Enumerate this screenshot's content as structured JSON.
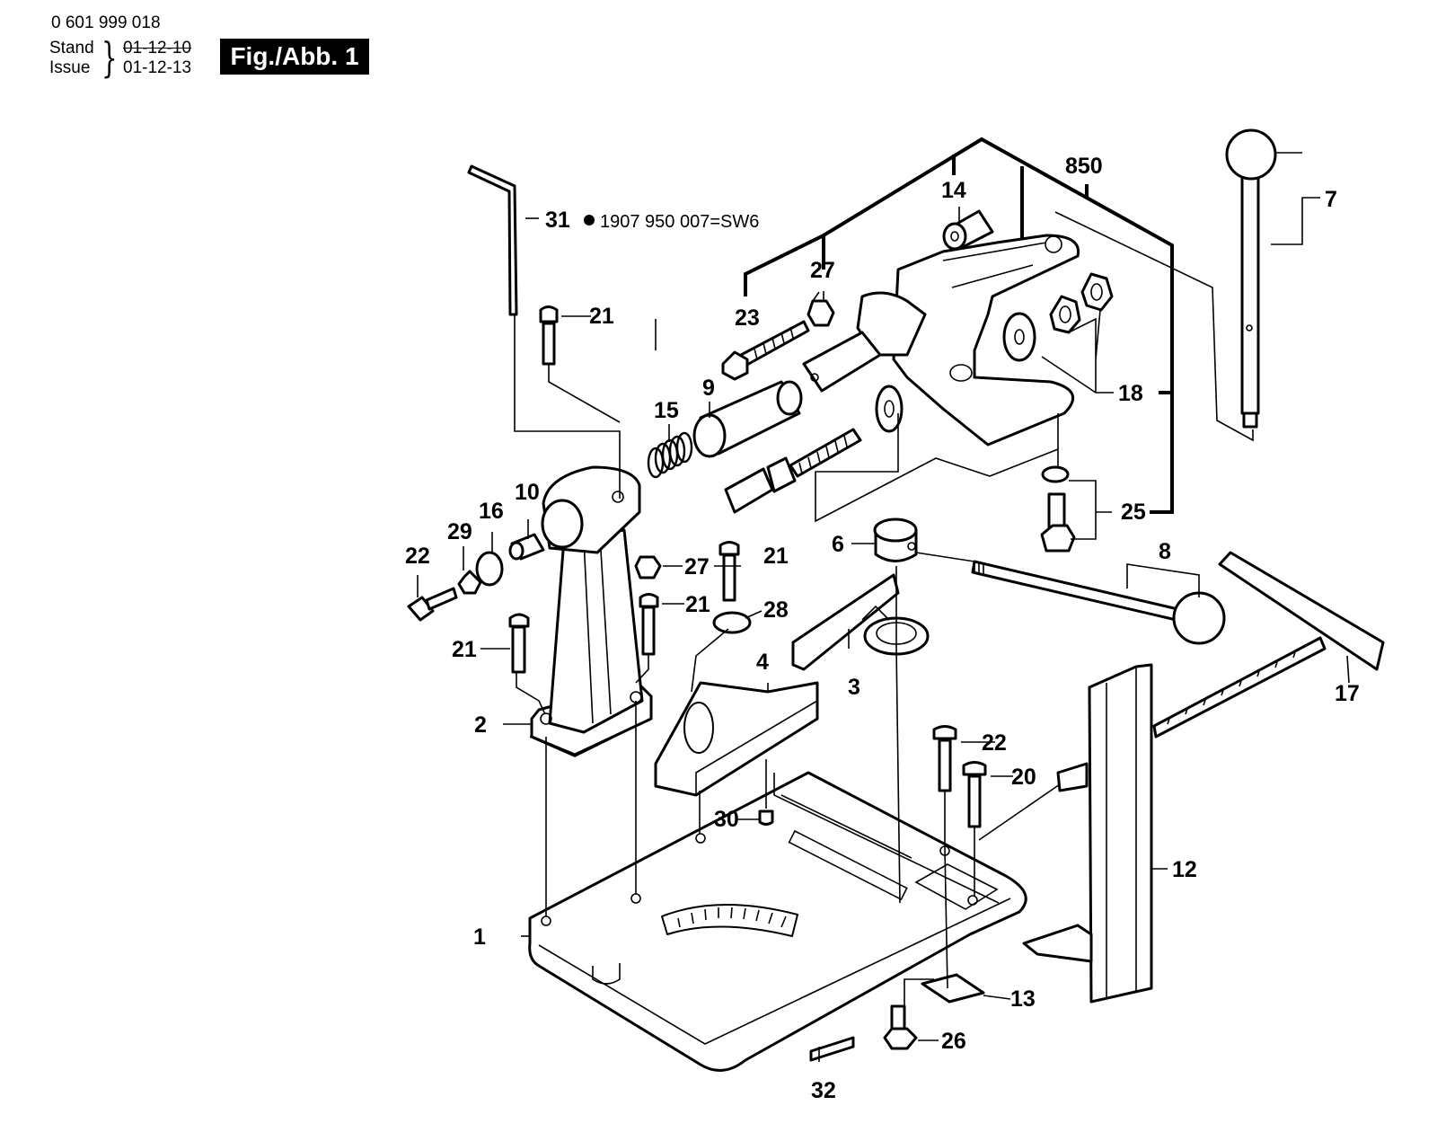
{
  "header": {
    "part_number": "0 601 999 018",
    "stand_label": "Stand",
    "issue_label": "Issue",
    "stand_date": "01-12-10",
    "issue_date": "01-12-13",
    "figure_label": "Fig./Abb. 1"
  },
  "note": {
    "tool_text": "1907 950 007=SW6"
  },
  "callouts": {
    "c1": "1",
    "c2": "2",
    "c3": "3",
    "c4": "4",
    "c6": "6",
    "c7": "7",
    "c8": "8",
    "c9": "9",
    "c10": "10",
    "c12": "12",
    "c13": "13",
    "c14": "14",
    "c15": "15",
    "c16": "16",
    "c17": "17",
    "c18": "18",
    "c20": "20",
    "c21a": "21",
    "c21b": "21",
    "c21c": "21",
    "c21d": "21",
    "c22a": "22",
    "c22b": "22",
    "c23": "23",
    "c25": "25",
    "c26": "26",
    "c27a": "27",
    "c27b": "27",
    "c28": "28",
    "c29": "29",
    "c30": "30",
    "c31": "31",
    "c32": "32",
    "c850": "850"
  }
}
